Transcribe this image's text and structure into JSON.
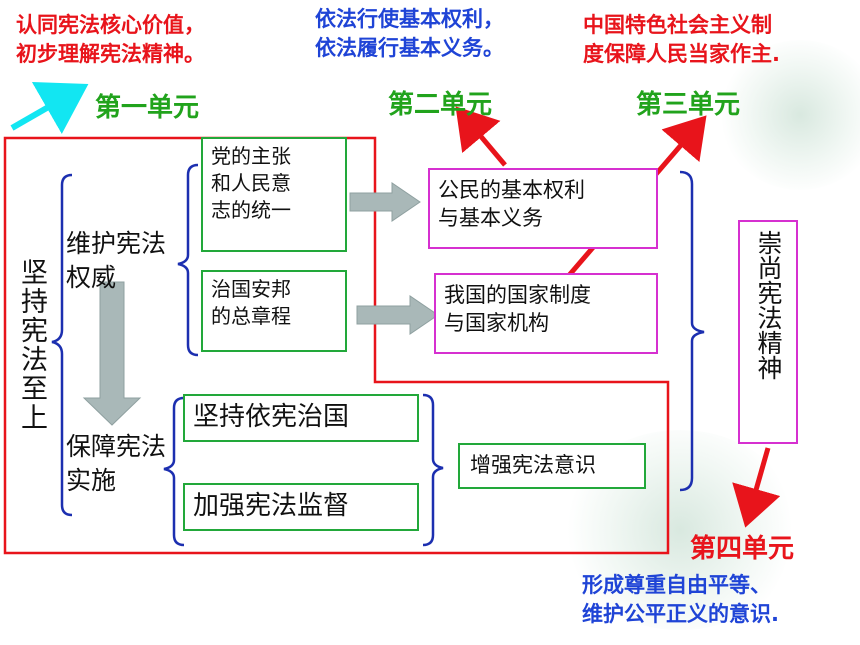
{
  "notes": {
    "top_left": [
      "认同宪法核心价值，",
      "初步理解宪法精神。"
    ],
    "top_middle": [
      "依法行使基本权利，",
      "依法履行基本义务。"
    ],
    "top_right": [
      "中国特色社会主义制",
      "度保障人民当家作主."
    ],
    "bottom_right": [
      "形成尊重自由平等、",
      "维护公平正义的意识."
    ]
  },
  "units": {
    "unit1": "第一单元",
    "unit2": "第二单元",
    "unit3": "第三单元",
    "unit4": "第四单元"
  },
  "diagram": {
    "root": "坚持宪法至上",
    "branch1": "维护宪法权威",
    "branch2": "保障宪法实施",
    "box_party": [
      "党的主张",
      "和人民意",
      "志的统一"
    ],
    "box_state": [
      "治国安邦",
      "的总章程"
    ],
    "box_rights": [
      "公民的基本权利",
      "与基本义务"
    ],
    "box_system": [
      "我国的国家制度",
      "与国家机构"
    ],
    "box_governance": "坚持依宪治国",
    "box_supervision": "加强宪法监督",
    "box_awareness": "增强宪法意识",
    "box_spirit": "崇尚宪法精神"
  },
  "colors": {
    "red": "#e8141b",
    "blue": "#1f44d6",
    "green": "#21a31c",
    "box_green": "#22a83a",
    "box_magenta": "#d630d0",
    "brace": "#1c2fb0",
    "gray_arrow": "#a9b8b8",
    "cyan_arrow": "#12e6f2"
  }
}
